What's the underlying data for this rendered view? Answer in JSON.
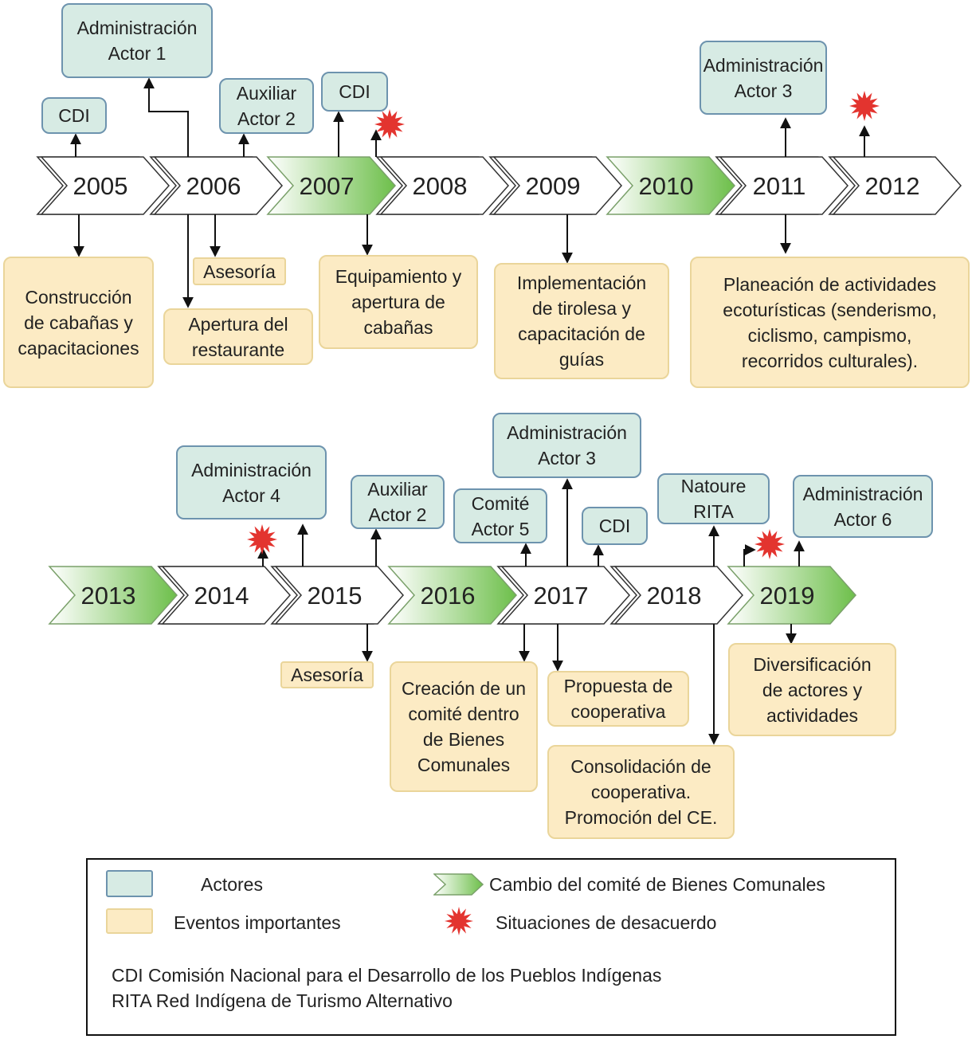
{
  "colors": {
    "actor_fill": "#d7ebe4",
    "actor_border": "#6d93ae",
    "event_fill": "#fcebc4",
    "event_border": "#ead59a",
    "committee_change": "#6dbf4a",
    "disagreement": "#e3342f"
  },
  "timeline_row1": [
    {
      "year": "2005",
      "committee_change": false
    },
    {
      "year": "2006",
      "committee_change": false
    },
    {
      "year": "2007",
      "committee_change": true
    },
    {
      "year": "2008",
      "committee_change": false
    },
    {
      "year": "2009",
      "committee_change": false
    },
    {
      "year": "2010",
      "committee_change": true
    },
    {
      "year": "2011",
      "committee_change": false
    },
    {
      "year": "2012",
      "committee_change": false
    }
  ],
  "timeline_row2": [
    {
      "year": "2013",
      "committee_change": true
    },
    {
      "year": "2014",
      "committee_change": false
    },
    {
      "year": "2015",
      "committee_change": false
    },
    {
      "year": "2016",
      "committee_change": true
    },
    {
      "year": "2017",
      "committee_change": false
    },
    {
      "year": "2018",
      "committee_change": false
    },
    {
      "year": "2019",
      "committee_change": true
    }
  ],
  "actors": [
    {
      "text": "CDI"
    },
    {
      "text": "Administración\nActor 1"
    },
    {
      "text": "Auxiliar\nActor 2"
    },
    {
      "text": "CDI"
    },
    {
      "text": "Administración\nActor 3"
    },
    {
      "text": "Administración\nActor 4"
    },
    {
      "text": "Auxiliar\nActor 2"
    },
    {
      "text": "Comité\nActor 5"
    },
    {
      "text": "Administración\nActor 3"
    },
    {
      "text": "CDI"
    },
    {
      "text": "Natoure\nRITA"
    },
    {
      "text": "Administración\nActor 6"
    }
  ],
  "events": [
    {
      "text": "Construcción\nde cabañas y\ncapacitaciones"
    },
    {
      "text": "Asesoría"
    },
    {
      "text": "Apertura del\nrestaurante"
    },
    {
      "text": "Equipamiento y\napertura de\ncabañas"
    },
    {
      "text": "Implementación\nde tirolesa y\ncapacitación de\nguías"
    },
    {
      "text": "Planeación de actividades\necoturísticas (senderismo,\nciclismo, campismo,\nrecorridos culturales)."
    },
    {
      "text": "Asesoría"
    },
    {
      "text": "Creación de un\ncomité dentro\nde Bienes\nComunales"
    },
    {
      "text": "Propuesta de\ncooperativa"
    },
    {
      "text": "Consolidación de\ncooperativa.\nPromoción del CE."
    },
    {
      "text": "Diversificación\nde actores y\nactividades"
    }
  ],
  "legend": {
    "actors": "Actores",
    "events": "Eventos importantes",
    "committee_change": "Cambio del comité de Bienes Comunales",
    "disagreement": "Situaciones de desacuerdo",
    "note_cdi": "CDI Comisión Nacional para el Desarrollo de los Pueblos Indígenas",
    "note_rita": "RITA Red Indígena de Turismo Alternativo"
  }
}
